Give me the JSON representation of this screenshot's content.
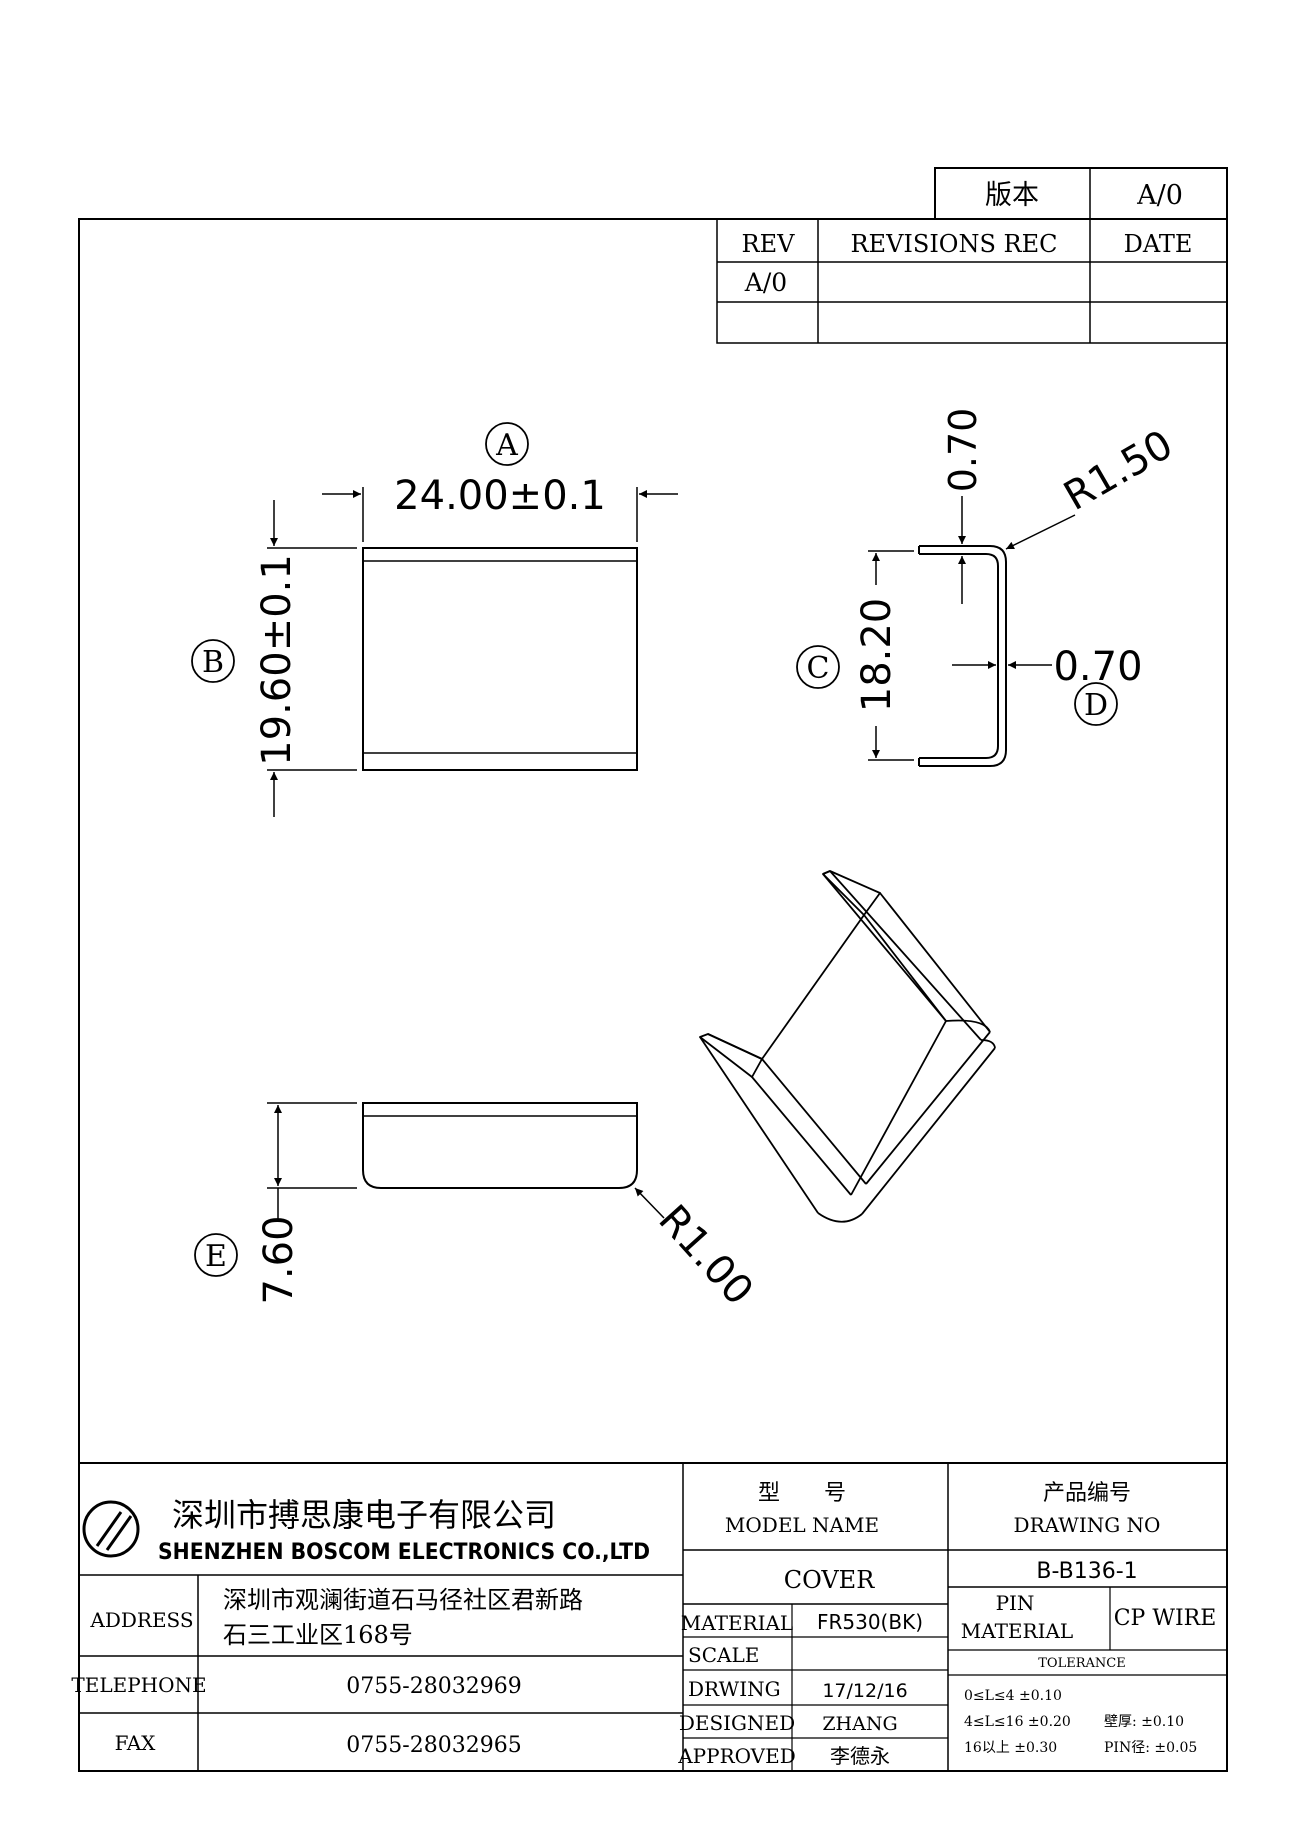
{
  "version_box": {
    "label": "版本",
    "value": "A/0"
  },
  "revisions": {
    "headers": [
      "REV",
      "REVISIONS REC",
      "DATE"
    ],
    "rows": [
      [
        "A/0",
        "",
        ""
      ],
      [
        "",
        "",
        ""
      ]
    ]
  },
  "drawing": {
    "dims": {
      "A": {
        "marker": "A",
        "value": "24.00±0.1"
      },
      "B": {
        "marker": "B",
        "value": "19.60±0.1"
      },
      "C": {
        "marker": "C",
        "value": "18.20"
      },
      "D": {
        "marker": "D",
        "value": "0.70"
      },
      "top_thickness": "0.70",
      "r_top": "R1.50",
      "E": {
        "marker": "E",
        "value": "7.60"
      },
      "r_bottom": "R1.00"
    }
  },
  "title_block": {
    "company_cn": "深圳市搏思康电子有限公司",
    "company_en": "SHENZHEN BOSCOM ELECTRONICS CO.,LTD",
    "address_label": "ADDRESS",
    "address_line1": "深圳市观澜街道石马径社区君新路",
    "address_line2": "石三工业区168号",
    "telephone_label": "TELEPHONE",
    "telephone": "0755-28032969",
    "fax_label": "FAX",
    "fax": "0755-28032965",
    "model_label_cn": "型　　号",
    "model_label_en": "MODEL NAME",
    "model_name": "COVER",
    "drawing_no_label_cn": "产品编号",
    "drawing_no_label_en": "DRAWING NO",
    "drawing_no": "B-B136-1",
    "material_label": "MATERIAL",
    "material": "FR530(BK)",
    "pin_label_1": "PIN",
    "pin_label_2": "MATERIAL",
    "pin_material": "CP WIRE",
    "scale_label": "SCALE",
    "scale": "",
    "tolerance_label": "TOLERANCE",
    "drawing_label": "DRWING",
    "drawing_date": "17/12/16",
    "designed_label": "DESIGNED",
    "designed": "ZHANG",
    "approved_label": "APPROVED",
    "approved": "李德永",
    "tol_line1": "0≤L≤4  ±0.10",
    "tol_line2": "4≤L≤16  ±0.20",
    "tol_wall": "壁厚:   ±0.10",
    "tol_line3": "16以上     ±0.30",
    "tol_pin": "PIN径: ±0.05"
  }
}
